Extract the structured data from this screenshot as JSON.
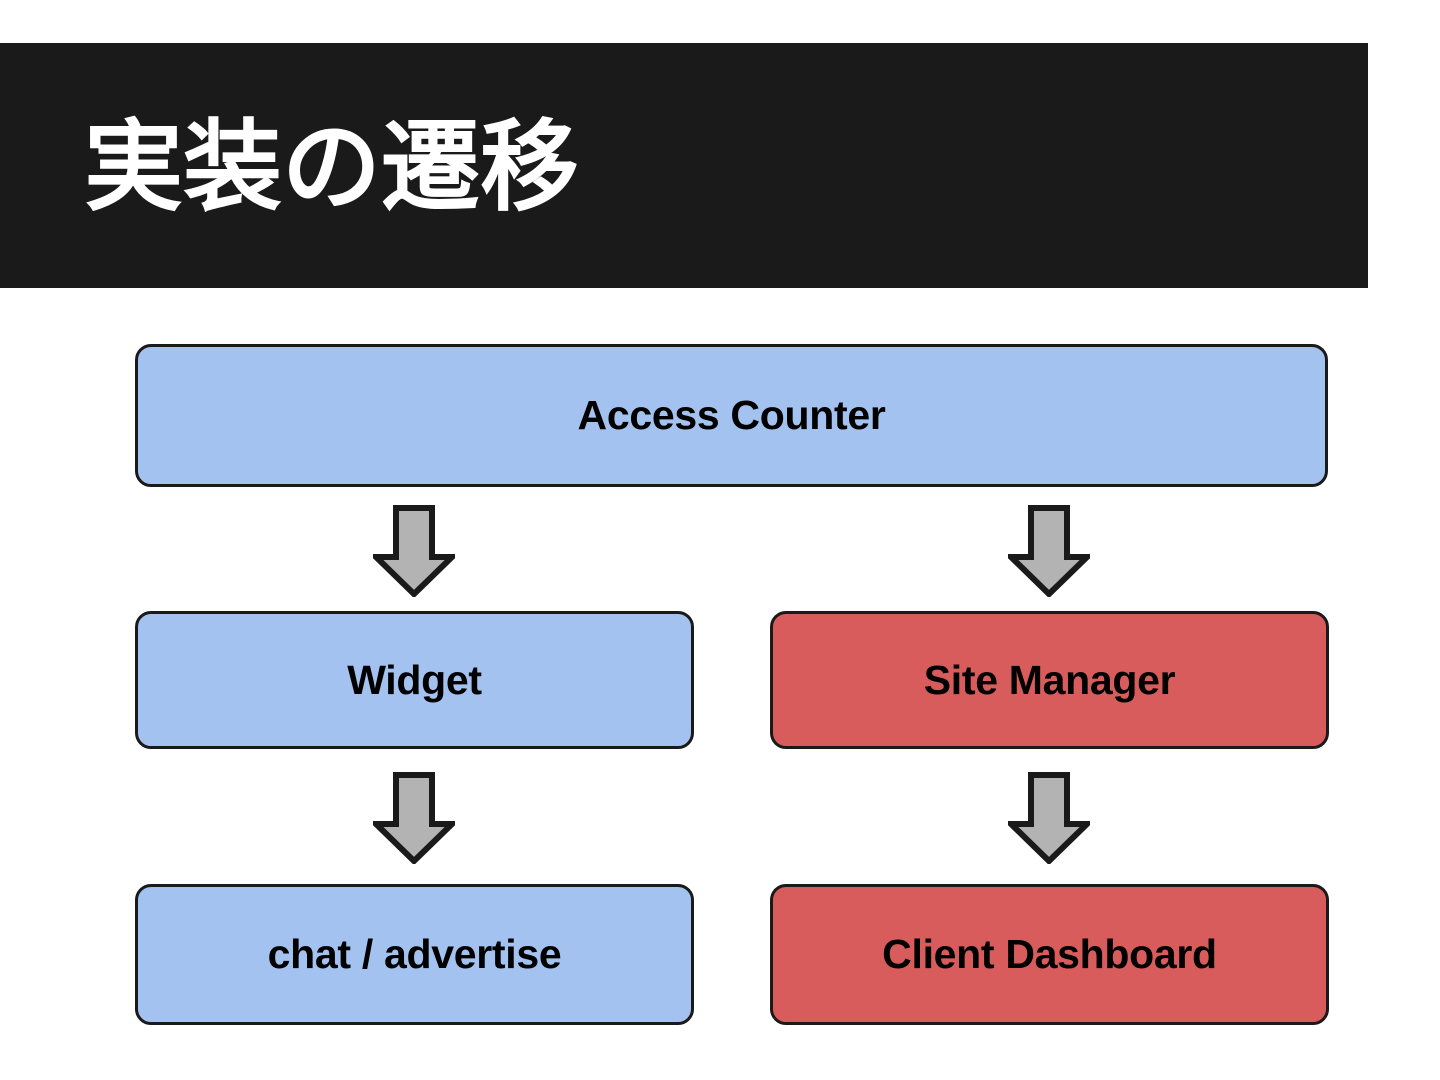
{
  "slide": {
    "title": "実装の遷移",
    "background_color": "#ffffff",
    "banner_color": "#1a1a1a",
    "title_color": "#ffffff"
  },
  "palette": {
    "blue_fill": "#a3c2f0",
    "red_fill": "#d85c5c",
    "node_border": "#1a1a1a",
    "arrow_fill": "#b3b3b3",
    "arrow_border": "#1a1a1a",
    "label_color": "#000000"
  },
  "diagram": {
    "type": "flowchart",
    "nodes": [
      {
        "id": "access-counter",
        "label": "Access Counter",
        "color": "#a3c2f0",
        "row": 1,
        "column": "full"
      },
      {
        "id": "widget",
        "label": "Widget",
        "color": "#a3c2f0",
        "row": 2,
        "column": "left"
      },
      {
        "id": "site-manager",
        "label": "Site Manager",
        "color": "#d85c5c",
        "row": 2,
        "column": "right"
      },
      {
        "id": "chat-advertise",
        "label": "chat / advertise",
        "color": "#a3c2f0",
        "row": 3,
        "column": "left"
      },
      {
        "id": "client-dashboard",
        "label": "Client Dashboard",
        "color": "#d85c5c",
        "row": 3,
        "column": "right"
      }
    ],
    "arrows": [
      {
        "id": "ac-to-widget",
        "from": "access-counter",
        "to": "widget",
        "direction": "down"
      },
      {
        "id": "ac-to-site-manager",
        "from": "access-counter",
        "to": "site-manager",
        "direction": "down"
      },
      {
        "id": "widget-to-chat",
        "from": "widget",
        "to": "chat-advertise",
        "direction": "down"
      },
      {
        "id": "sm-to-dashboard",
        "from": "site-manager",
        "to": "client-dashboard",
        "direction": "down"
      }
    ]
  }
}
